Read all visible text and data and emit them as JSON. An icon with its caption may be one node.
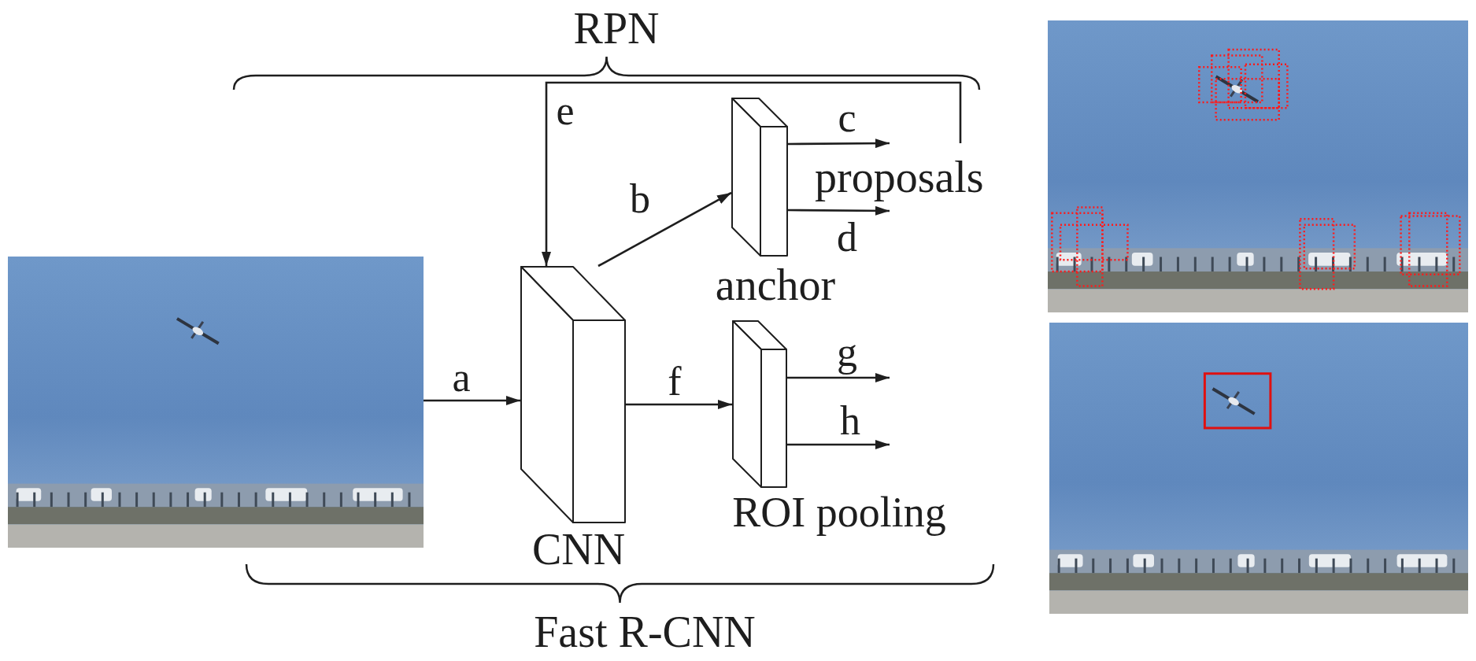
{
  "diagram": {
    "nodes": [
      {
        "text": [],
        "shape": "picture"
      },
      {
        "text": [],
        "shape": "box",
        "beside": [
          "CNN"
        ]
      },
      {
        "text": [],
        "shape": "box",
        "beside": [
          "anchor"
        ]
      },
      {
        "text": [],
        "shape": "box",
        "beside": [
          "ROI pooling"
        ]
      },
      {
        "text": [
          "proposals"
        ]
      },
      {
        "text": [],
        "shape": "picture"
      },
      {
        "text": [],
        "shape": "picture"
      }
    ],
    "edges": [
      {
        "from": 0,
        "to": 1,
        "arrow": "to",
        "label": "a"
      },
      {
        "from": 1,
        "to": 2,
        "arrow": "to",
        "label": "b"
      },
      {
        "from": 2,
        "to": 4,
        "arrow": "to",
        "label": "c"
      },
      {
        "from": 2,
        "to": 4,
        "arrow": "to",
        "label": "d"
      },
      {
        "from": 4,
        "to": 1,
        "arrow": "to",
        "label": "e"
      },
      {
        "from": 1,
        "to": 3,
        "arrow": "to",
        "label": "f"
      },
      {
        "from": 3,
        "to": null,
        "arrow": "to",
        "label": "g"
      },
      {
        "from": 3,
        "to": null,
        "arrow": "to",
        "label": "h"
      }
    ],
    "labels": [
      "RPN",
      "Fast R-CNN"
    ]
  }
}
